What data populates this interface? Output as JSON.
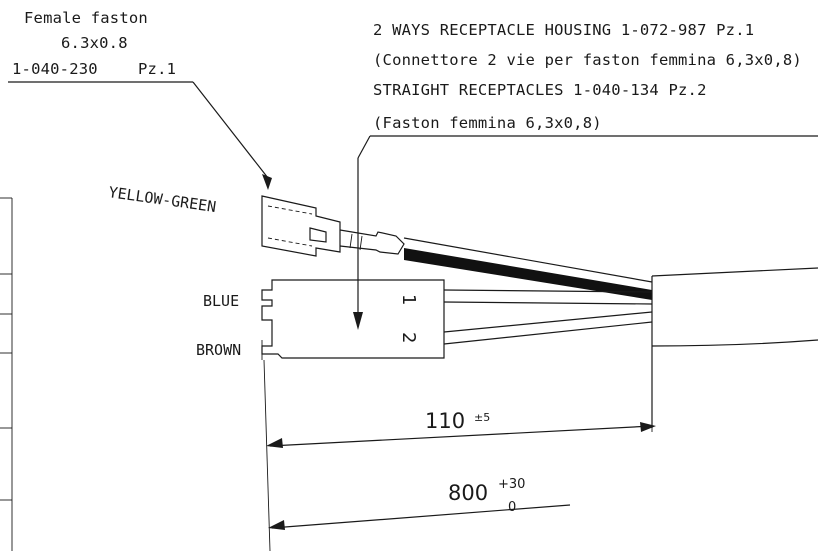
{
  "faston_callout": {
    "line1": "Female faston",
    "line2": "6.3x0.8",
    "code": "1-040-230",
    "qty": "Pz.1"
  },
  "housing_callout": {
    "line1": "2 WAYS RECEPTACLE HOUSING 1-072-987   Pz.1",
    "line2": "(Connettore 2 vie per faston femmina 6,3x0,8)",
    "line3": "STRAIGHT RECEPTACLES 1-040-134   Pz.2",
    "line4": "(Faston femmina 6,3x0,8)"
  },
  "wire_labels": {
    "yellow_green": "YELLOW-GREEN",
    "blue": "BLUE",
    "brown": "BROWN"
  },
  "pin_numbers": {
    "pin1": "1",
    "pin2": "2"
  },
  "dimensions": {
    "strip_length": "110",
    "strip_tolerance": "±5",
    "cable_length": "800",
    "cable_tol_upper": "+30",
    "cable_tol_lower": "0"
  }
}
